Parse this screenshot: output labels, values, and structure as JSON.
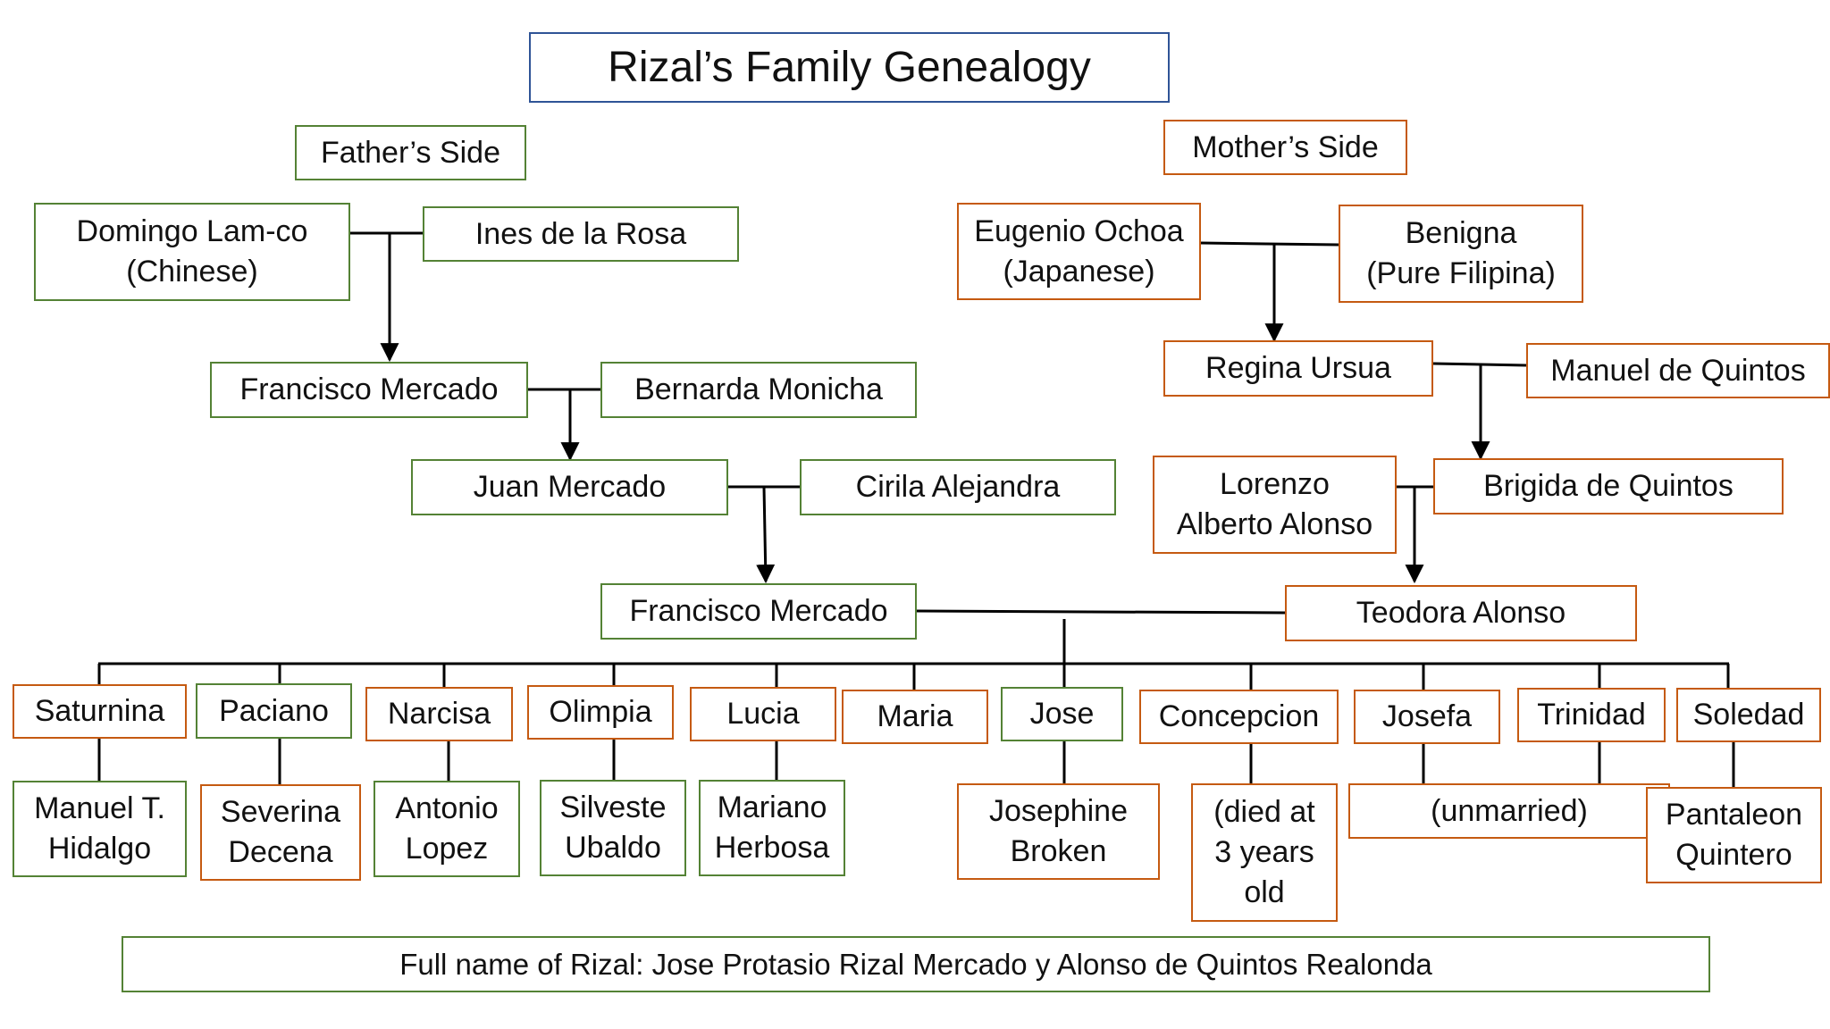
{
  "title": "Rizal’s Family Genealogy",
  "colors": {
    "father_side": "#548235",
    "mother_side": "#c55a11",
    "title_border": "#2f5496",
    "lines": "#000000"
  },
  "father_side": {
    "heading": "Father’s Side",
    "domingo": "Domingo Lam-co\n(Chinese)",
    "ines": "Ines de la Rosa",
    "francisco_1": "Francisco Mercado",
    "bernarda": "Bernarda Monicha",
    "juan": "Juan Mercado",
    "cirila": "Cirila Alejandra"
  },
  "mother_side": {
    "heading": "Mother’s Side",
    "eugenio": "Eugenio Ochoa\n(Japanese)",
    "benigna": "Benigna\n(Pure Filipina)",
    "regina": "Regina Ursua",
    "manuel": "Manuel de Quintos",
    "lorenzo": "Lorenzo\nAlberto Alonso",
    "brigida": "Brigida de Quintos"
  },
  "parents": {
    "father": "Francisco Mercado",
    "mother": "Teodora Alonso"
  },
  "children": [
    {
      "name": "Saturnina",
      "spouse": "Manuel T.\nHidalgo"
    },
    {
      "name": "Paciano",
      "spouse": "Severina\nDecena"
    },
    {
      "name": "Narcisa",
      "spouse": "Antonio\nLopez"
    },
    {
      "name": "Olimpia",
      "spouse": "Silveste\nUbaldo"
    },
    {
      "name": "Lucia",
      "spouse": "Mariano\nHerbosa"
    },
    {
      "name": "Maria",
      "spouse": ""
    },
    {
      "name": "Jose",
      "spouse": "Josephine\nBroken"
    },
    {
      "name": "Concepcion",
      "spouse": "(died at\n3 years\nold"
    },
    {
      "name": "Josefa",
      "spouse": ""
    },
    {
      "name": "Trinidad",
      "spouse": ""
    },
    {
      "name": "Soledad",
      "spouse": "Pantaleon\nQuintero"
    }
  ],
  "unmarried_note": "(unmarried)",
  "full_name": "Full name of Rizal: Jose Protasio Rizal Mercado y Alonso de Quintos Realonda"
}
